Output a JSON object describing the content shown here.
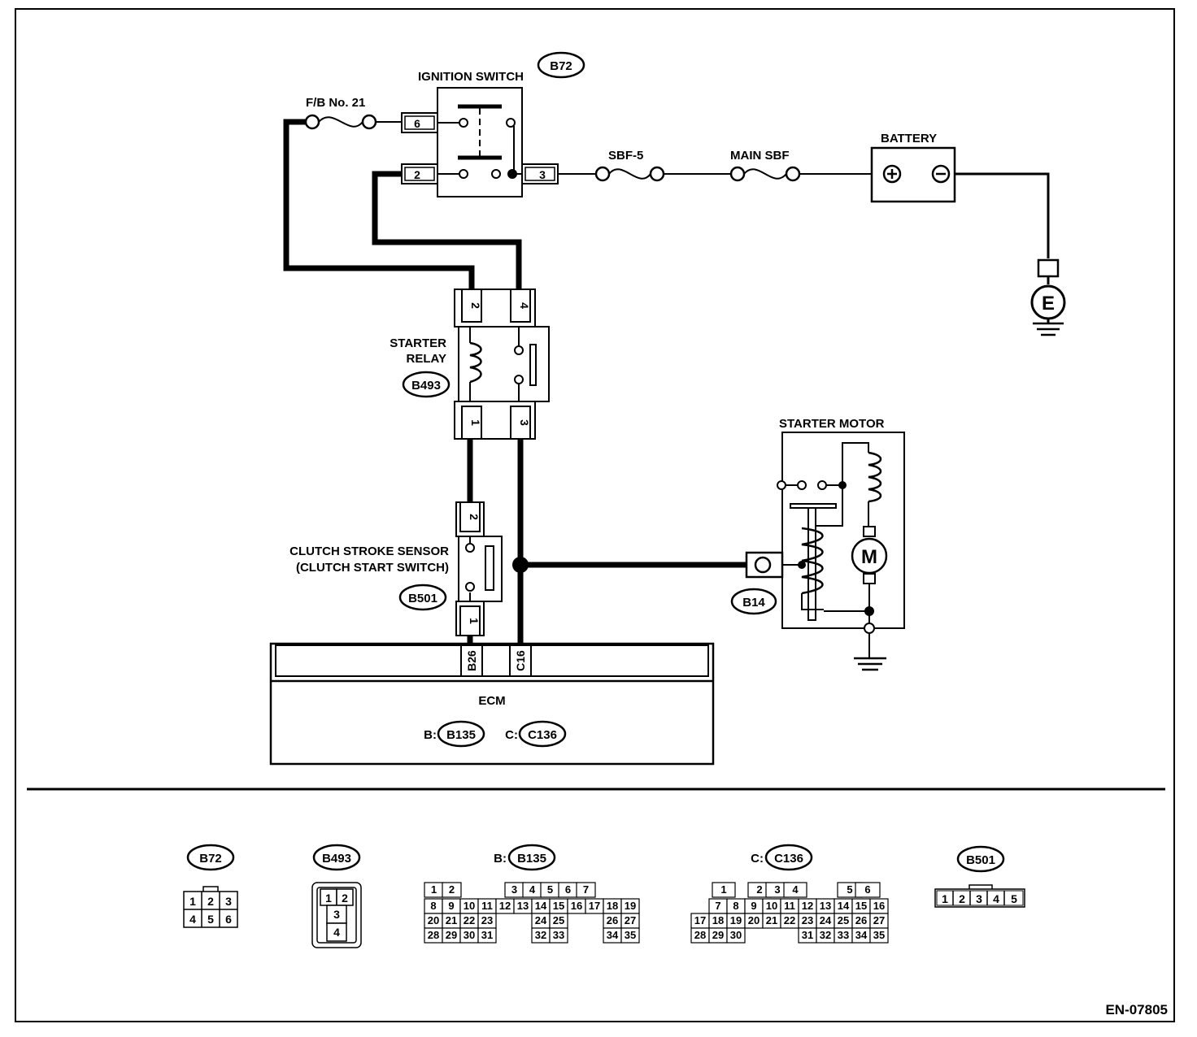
{
  "ignition_switch": {
    "title": "IGNITION SWITCH",
    "connector": "B72",
    "pins": [
      "6",
      "2",
      "3"
    ]
  },
  "fuse_fb21": {
    "label": "F/B No. 21"
  },
  "sbf5": {
    "label": "SBF-5"
  },
  "main_sbf": {
    "label": "MAIN SBF"
  },
  "battery": {
    "label": "BATTERY"
  },
  "ground_e": {
    "label": "E"
  },
  "starter_relay": {
    "title_line1": "STARTER",
    "title_line2": "RELAY",
    "connector": "B493",
    "pins": [
      "2",
      "4",
      "1",
      "3"
    ]
  },
  "clutch_sensor": {
    "title_line1": "CLUTCH STROKE SENSOR",
    "title_line2": "(CLUTCH START SWITCH)",
    "connector": "B501",
    "pins": [
      "2",
      "1"
    ]
  },
  "starter_motor": {
    "title": "STARTER MOTOR",
    "connector": "B14",
    "motor_symbol": "M"
  },
  "ecm": {
    "title": "ECM",
    "terminals": [
      "B26",
      "C16"
    ],
    "connectors": [
      {
        "prefix": "B:",
        "id": "B135"
      },
      {
        "prefix": "C:",
        "id": "C136"
      }
    ]
  },
  "legend": {
    "b72": {
      "id": "B72",
      "rows": [
        [
          "1",
          "2",
          "3"
        ],
        [
          "4",
          "5",
          "6"
        ]
      ]
    },
    "b493": {
      "id": "B493",
      "pins": [
        "1",
        "2",
        "3",
        "4"
      ]
    },
    "b135": {
      "prefix": "B:",
      "id": "B135",
      "rows": [
        [
          "1",
          "2",
          "",
          "",
          "3",
          "4",
          "5",
          "6",
          "7"
        ],
        [
          "8",
          "9",
          "10",
          "11",
          "12",
          "13",
          "14",
          "15",
          "16",
          "17",
          "18",
          "19"
        ],
        [
          "20",
          "21",
          "22",
          "23",
          "",
          "",
          "24",
          "25",
          "",
          "",
          "26",
          "27"
        ],
        [
          "28",
          "29",
          "30",
          "31",
          "",
          "",
          "32",
          "33",
          "",
          "",
          "34",
          "35"
        ]
      ]
    },
    "b136": {
      "prefix": "C:",
      "id": "C136",
      "rows": [
        [
          "",
          "",
          "",
          "",
          "",
          "",
          "",
          ""
        ],
        [
          "1",
          "2",
          "3",
          "4",
          "5",
          "6"
        ],
        [
          "7",
          "8",
          "9",
          "10",
          "11",
          "12",
          "13",
          "14",
          "15",
          "16"
        ],
        [
          "17",
          "18",
          "19",
          "20",
          "21",
          "22",
          "23",
          "24",
          "25",
          "26",
          "27"
        ],
        [
          "28",
          "29",
          "30",
          "31",
          "32",
          "33",
          "34",
          "35"
        ]
      ]
    },
    "b501": {
      "id": "B501",
      "pins": [
        "1",
        "2",
        "3",
        "4",
        "5"
      ]
    }
  },
  "doc_code": "EN-07805"
}
